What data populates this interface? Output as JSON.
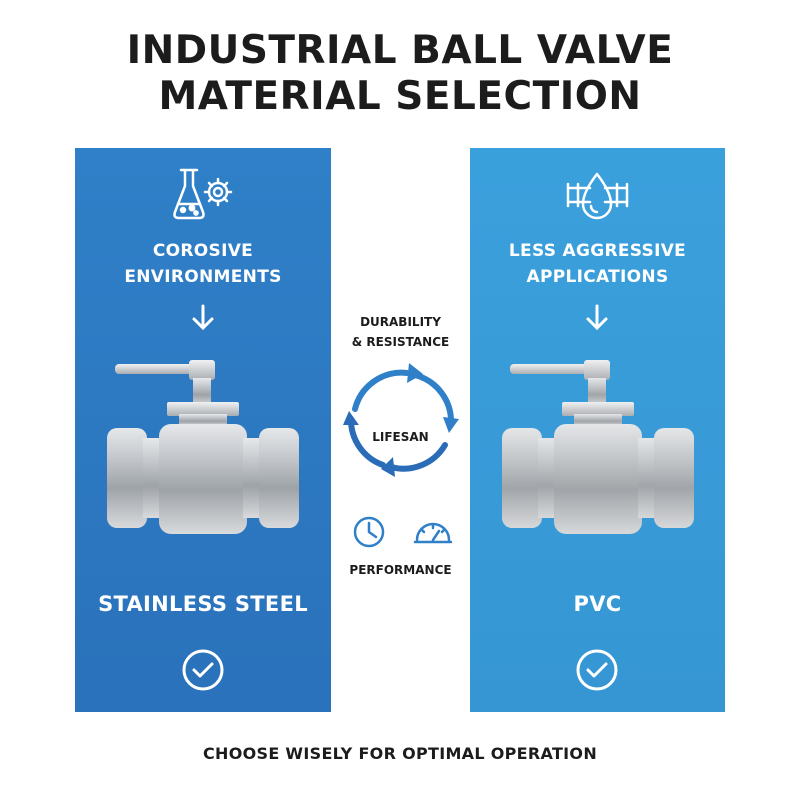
{
  "title": {
    "line1": "INDUSTRIAL BALL VALVE",
    "line2": "MATERIAL SELECTION"
  },
  "left_panel": {
    "icon": "flask-gear-icon",
    "env_line1": "COROSIVE",
    "env_line2": "ENVIRONMENTS",
    "material": "STAINLESS STEEL",
    "color": "#2f80c8"
  },
  "right_panel": {
    "icon": "pipe-droplet-icon",
    "env_line1": "LESS AGGRESSIVE",
    "env_line2": "APPLICATIONS",
    "material": "PVC",
    "color": "#3aa0dc"
  },
  "center": {
    "durability_line1": "DURABILITY",
    "durability_line2": "& RESISTANCE",
    "cycle_label": "LIFESAN",
    "performance": "PERFORMANCE",
    "cycle_icon": "cycle-arrows-icon",
    "perf_icons": [
      "clock-icon",
      "speedometer-icon"
    ]
  },
  "footer": "CHOOSE WISELY FOR OPTIMAL OPERATION"
}
